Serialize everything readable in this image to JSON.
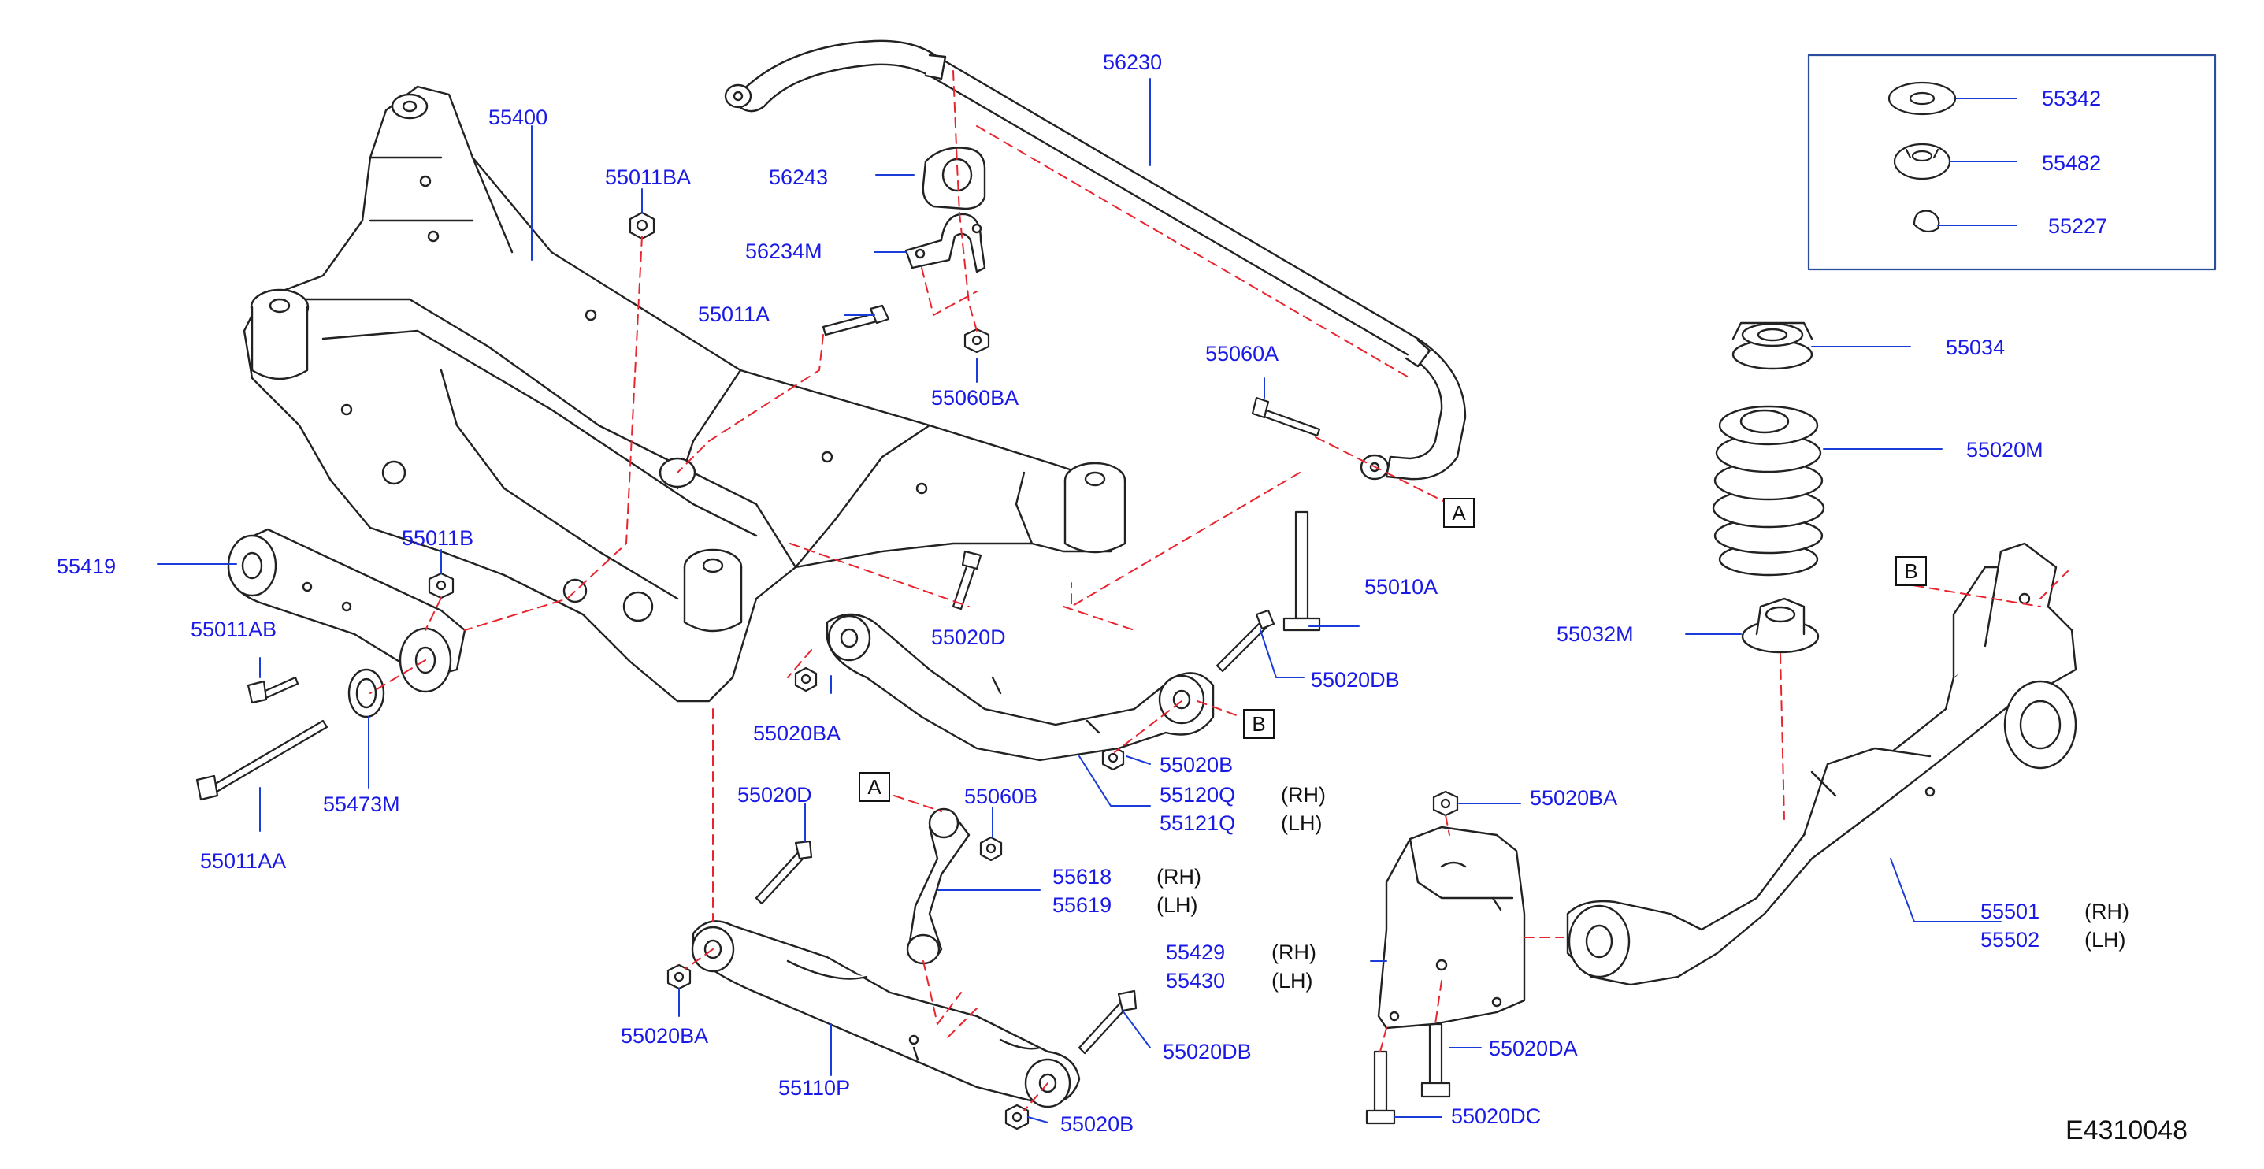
{
  "colors": {
    "part_outline": "#222222",
    "leader": "#1a3cd9",
    "phantom": "#e8252f",
    "label": "#1a1ae6",
    "text": "#111111"
  },
  "diagram_code": "E4310048",
  "callouts": [
    "A",
    "B"
  ],
  "labels": [
    {
      "id": "p55400",
      "text": "55400"
    },
    {
      "id": "p56230",
      "text": "56230"
    },
    {
      "id": "p55011BA",
      "text": "55011BA"
    },
    {
      "id": "p56243",
      "text": "56243"
    },
    {
      "id": "p56234M",
      "text": "56234M"
    },
    {
      "id": "p55011A",
      "text": "55011A"
    },
    {
      "id": "p55060BA",
      "text": "55060BA"
    },
    {
      "id": "p55060A",
      "text": "55060A"
    },
    {
      "id": "p55419",
      "text": "55419"
    },
    {
      "id": "p55011B",
      "text": "55011B"
    },
    {
      "id": "p55011AB",
      "text": "55011AB"
    },
    {
      "id": "p55473M",
      "text": "55473M"
    },
    {
      "id": "p55011AA",
      "text": "55011AA"
    },
    {
      "id": "p55020D_1",
      "text": "55020D"
    },
    {
      "id": "p55020BA_1",
      "text": "55020BA"
    },
    {
      "id": "p55010A",
      "text": "55010A"
    },
    {
      "id": "p55020DB_1",
      "text": "55020DB"
    },
    {
      "id": "p55020B_1",
      "text": "55020B"
    },
    {
      "id": "p55120Q",
      "text": "55120Q"
    },
    {
      "id": "p55121Q",
      "text": "55121Q"
    },
    {
      "id": "p55020D_2",
      "text": "55020D"
    },
    {
      "id": "p55060B",
      "text": "55060B"
    },
    {
      "id": "p55618",
      "text": "55618"
    },
    {
      "id": "p55619",
      "text": "55619"
    },
    {
      "id": "p55020BA_2",
      "text": "55020BA"
    },
    {
      "id": "p55110P",
      "text": "55110P"
    },
    {
      "id": "p55020DB_2",
      "text": "55020DB"
    },
    {
      "id": "p55020B_2",
      "text": "55020B"
    },
    {
      "id": "p55342",
      "text": "55342"
    },
    {
      "id": "p55482",
      "text": "55482"
    },
    {
      "id": "p55227",
      "text": "55227"
    },
    {
      "id": "p55034",
      "text": "55034"
    },
    {
      "id": "p55020M",
      "text": "55020M"
    },
    {
      "id": "p55032M",
      "text": "55032M"
    },
    {
      "id": "p55020BA_3",
      "text": "55020BA"
    },
    {
      "id": "p55429",
      "text": "55429"
    },
    {
      "id": "p55430",
      "text": "55430"
    },
    {
      "id": "p55020DA",
      "text": "55020DA"
    },
    {
      "id": "p55020DC",
      "text": "55020DC"
    },
    {
      "id": "p55501",
      "text": "55501"
    },
    {
      "id": "p55502",
      "text": "55502"
    }
  ],
  "side_marks": {
    "rh": "(RH)",
    "lh": "(LH)"
  }
}
